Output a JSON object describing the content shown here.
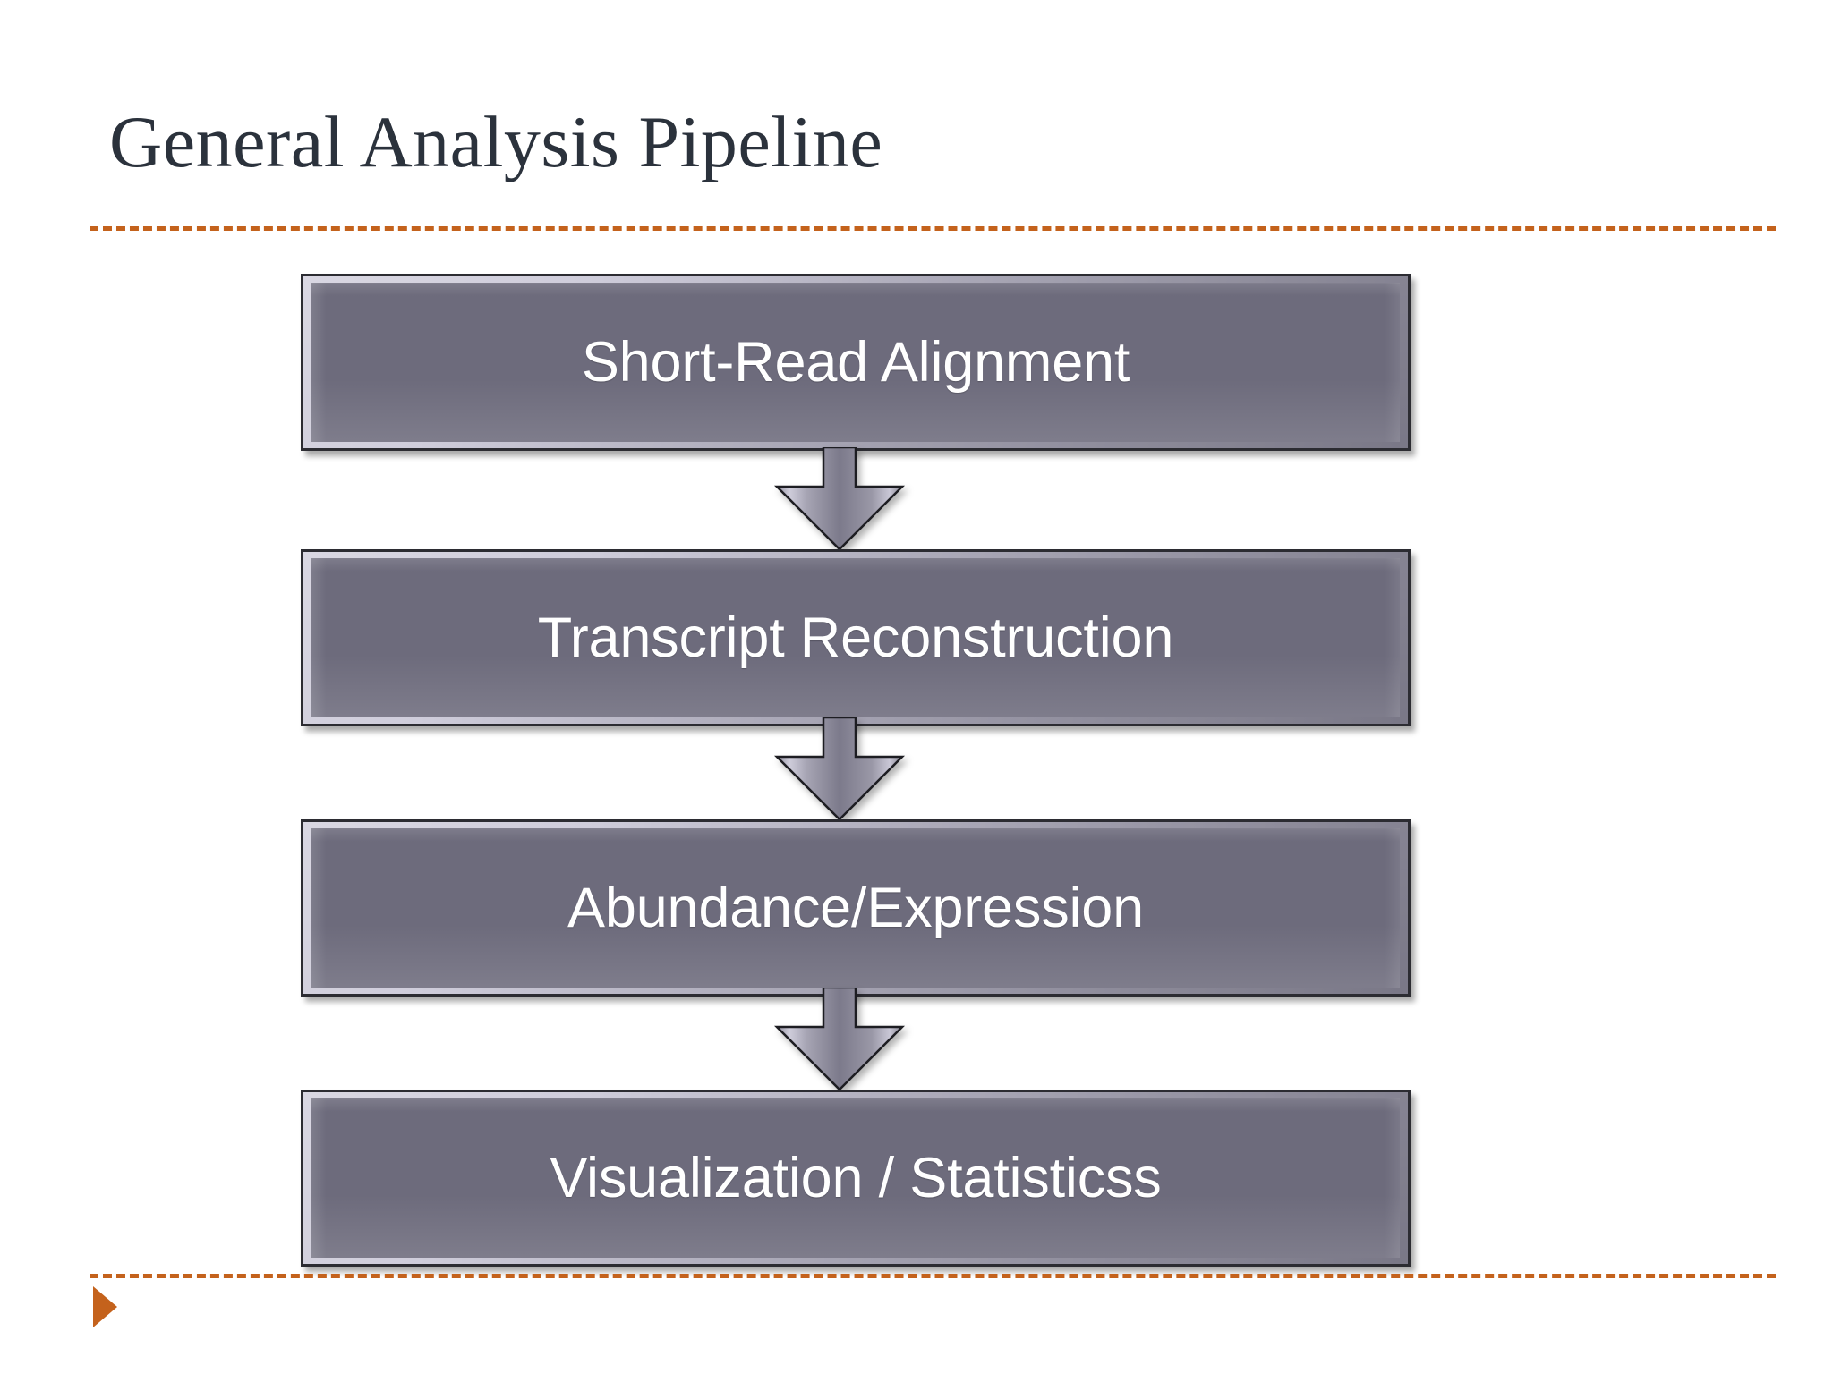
{
  "slide": {
    "title": "General Analysis Pipeline",
    "background_color": "#ffffff",
    "title_color": "#2b323c",
    "accent_color": "#c4621c"
  },
  "dividers": {
    "top_rule": "dashed-rule-orange",
    "bottom_rule": "dashed-rule-orange"
  },
  "bullet": {
    "marker": "triangle-right-orange",
    "color": "#c4621c"
  },
  "flowchart": {
    "type": "vertical-pipeline",
    "box_fill_color": "#6d6b7c",
    "box_text_color": "#ffffff",
    "box_border_color": "#2c2c32",
    "steps": [
      {
        "order": 1,
        "label": "Short-Read Alignment"
      },
      {
        "order": 2,
        "label": "Transcript Reconstruction"
      },
      {
        "order": 3,
        "label": "Abundance/Expression"
      },
      {
        "order": 4,
        "label": "Visualization / Statisticss"
      }
    ],
    "connectors": [
      {
        "from": 1,
        "to": 2,
        "icon": "arrow-down"
      },
      {
        "from": 2,
        "to": 3,
        "icon": "arrow-down"
      },
      {
        "from": 3,
        "to": 4,
        "icon": "arrow-down"
      }
    ]
  }
}
